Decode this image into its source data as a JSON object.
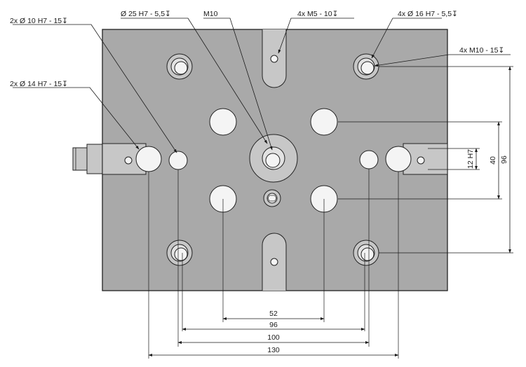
{
  "callouts": {
    "side_hole_10": "2x  Ø  10 H7 - 15↧",
    "bore_25": "Ø  25 H7 - 5,5↧",
    "center_m10": "M10",
    "slot_m5": "4x M5 - 10↧",
    "counterbore_16": "4x  Ø  16 H7 - 5,5↧",
    "corner_m10": "4x M10 - 15↧",
    "side_hole_14": "2x  Ø  14 H7 - 15↧"
  },
  "dimensions": {
    "bottom": [
      "52",
      "96",
      "100",
      "130"
    ],
    "right": [
      "12 H7",
      "40",
      "96"
    ]
  },
  "colors": {
    "plate": "#a9a9a9",
    "line": "#1a1a1a",
    "background": "#ffffff"
  }
}
